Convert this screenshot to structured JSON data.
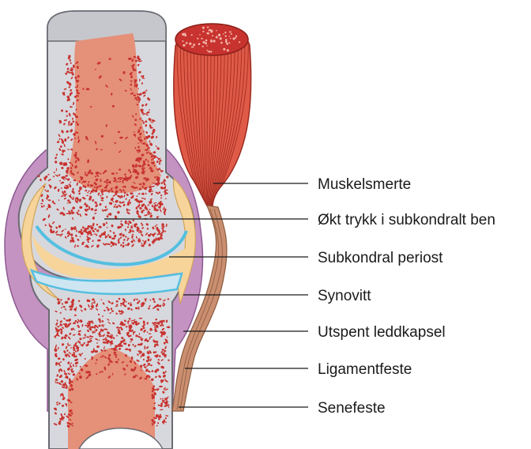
{
  "colors": {
    "bone_cortex": "#d7d8dd",
    "bone_outline": "#6a6a72",
    "marrow": "#e59079",
    "trabecular": "#c8332f",
    "capsule": "#c493c2",
    "synovium": "#f6d49a",
    "cartilage_line": "#54bfe0",
    "cartilage_fill": "#cde6f2",
    "muscle": "#df5a47",
    "tendon": "#c98f70",
    "callout": "#1a1a1a"
  },
  "labels": {
    "muskelsmerte": "Muskelsmerte",
    "okt_trykk": "Økt trykk i subkondralt ben",
    "subkondral_periost": "Subkondral periost",
    "synovitt": "Synovitt",
    "utspent_leddkapsel": "Utspent leddkapsel",
    "ligamentfeste": "Ligamentfeste",
    "senefeste": "Senefeste"
  }
}
